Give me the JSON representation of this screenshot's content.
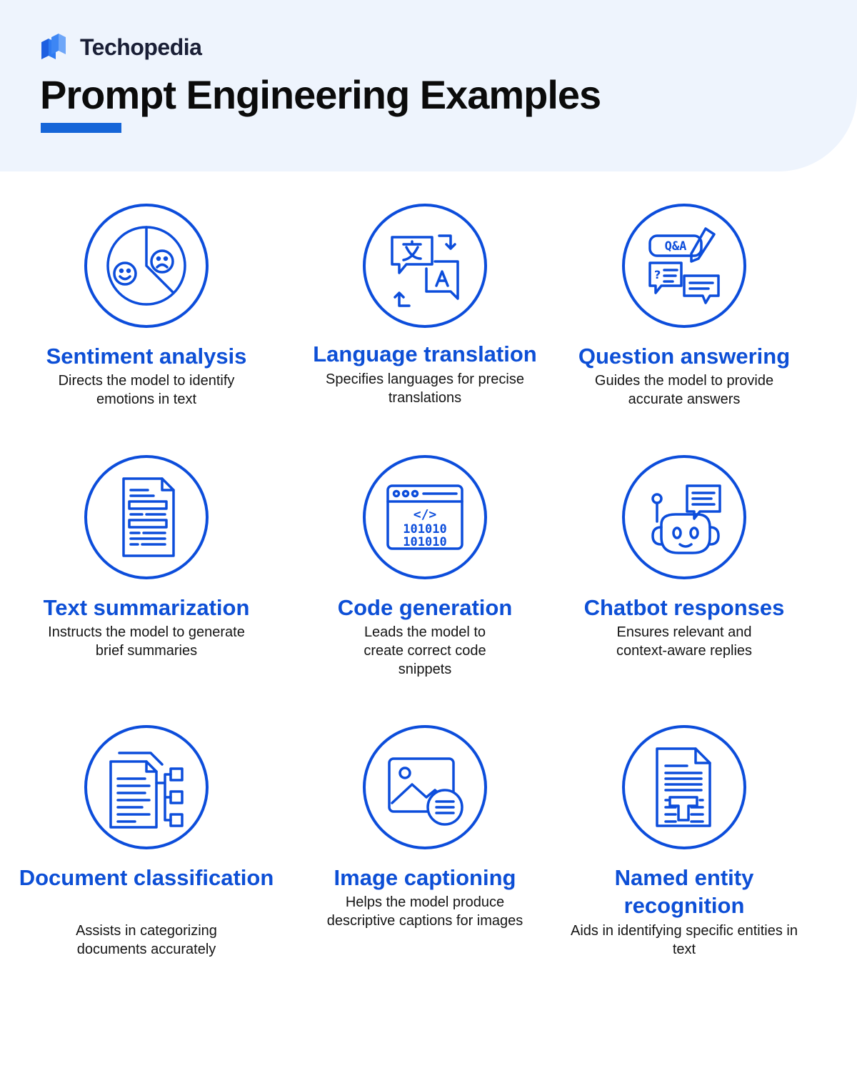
{
  "brand": {
    "name": "Techopedia",
    "logo_icon": "techopedia-logo-icon"
  },
  "title": "Prompt Engineering Examples",
  "colors": {
    "accent": "#0d4fd6",
    "underline": "#1565d8",
    "header_bg": "#eef4fd",
    "icon_stroke": "#0c4ddb"
  },
  "examples": [
    {
      "title": "Sentiment analysis",
      "desc": "Directs the model to identify emotions in text",
      "icon": "sentiment-pie-icon"
    },
    {
      "title": "Language translation",
      "desc": "Specifies languages for precise translations",
      "icon": "translation-icon"
    },
    {
      "title": "Question answering",
      "desc": "Guides the model to provide accurate answers",
      "icon": "qa-chat-icon"
    },
    {
      "title": "Text summarization",
      "desc": "Instructs the model to generate brief summaries",
      "icon": "document-summary-icon"
    },
    {
      "title": "Code generation",
      "desc": "Leads the model to create correct code snippets",
      "icon": "code-window-icon",
      "icon_text": {
        "tag": "</>",
        "binary": "101010"
      }
    },
    {
      "title": "Chatbot responses",
      "desc": "Ensures relevant and context-aware replies",
      "icon": "chatbot-robot-icon"
    },
    {
      "title": "Document classification",
      "desc": "Assists in categorizing documents accurately",
      "icon": "document-tree-icon"
    },
    {
      "title": "Image captioning",
      "desc": "Helps the model produce descriptive captions for images",
      "icon": "image-caption-icon"
    },
    {
      "title": "Named entity recognition",
      "desc": "Aids in identifying specific entities in text",
      "icon": "document-entity-icon"
    }
  ]
}
